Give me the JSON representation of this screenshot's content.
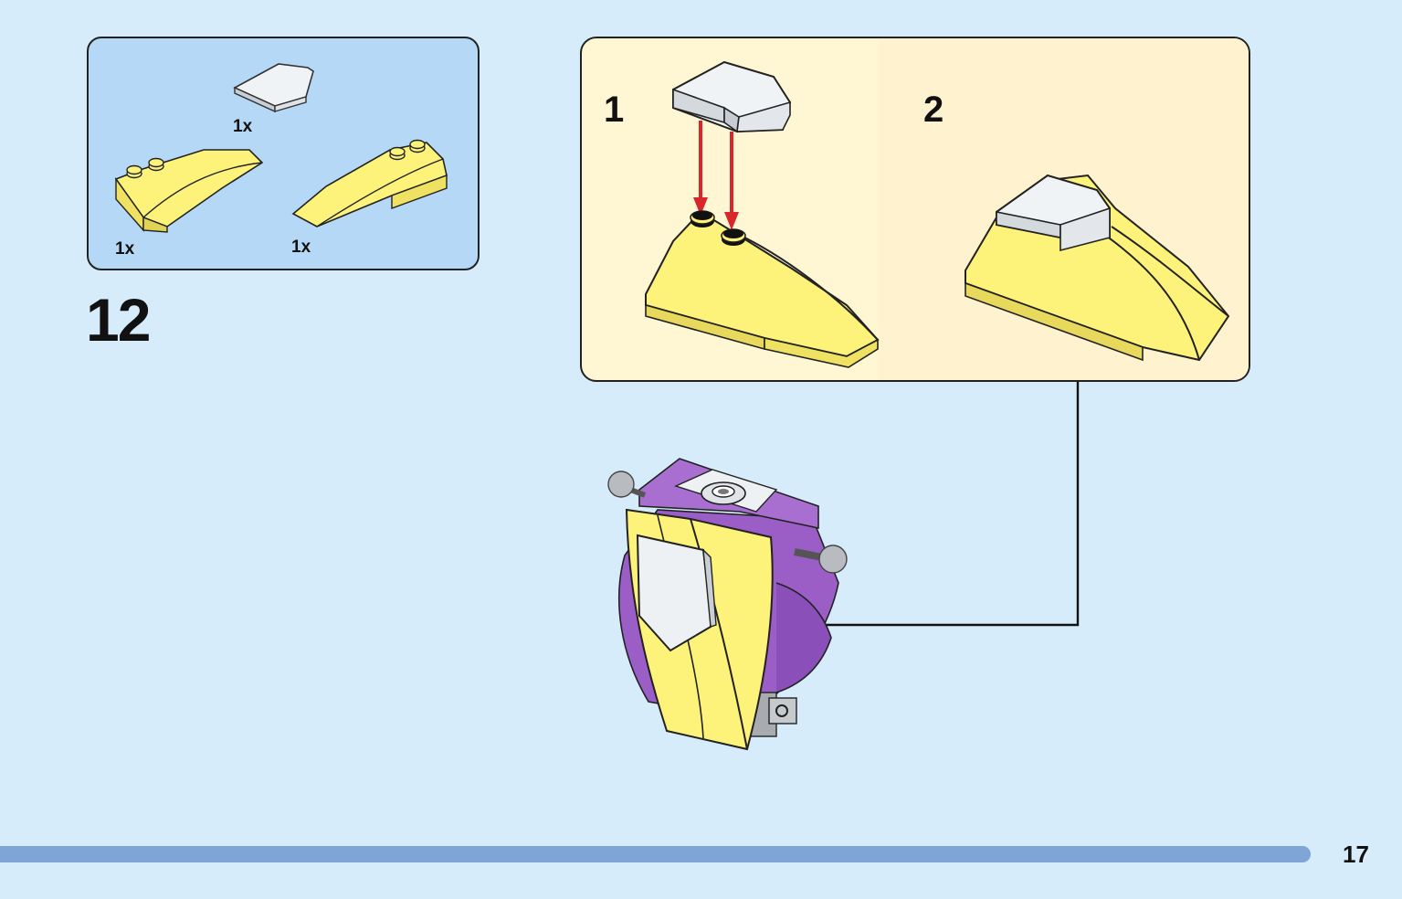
{
  "parts_list": {
    "items": [
      {
        "name": "white-wedge-tile",
        "qty": "1x"
      },
      {
        "name": "yellow-wedge-right",
        "qty": "1x"
      },
      {
        "name": "yellow-wedge-left",
        "qty": "1x"
      }
    ]
  },
  "step": {
    "number": "12",
    "substeps": [
      {
        "label": "1"
      },
      {
        "label": "2"
      }
    ]
  },
  "page": {
    "number": "17"
  },
  "colors": {
    "background": "#d6ecfa",
    "parts_box": "#b4d8f5",
    "substep_box": "#fff6d3",
    "brick_yellow": "#fdf27a",
    "brick_white": "#eef1f4",
    "brick_purple": "#a86fd0",
    "arrow_red": "#d8262b",
    "progress_bar": "#7ea5d6"
  }
}
